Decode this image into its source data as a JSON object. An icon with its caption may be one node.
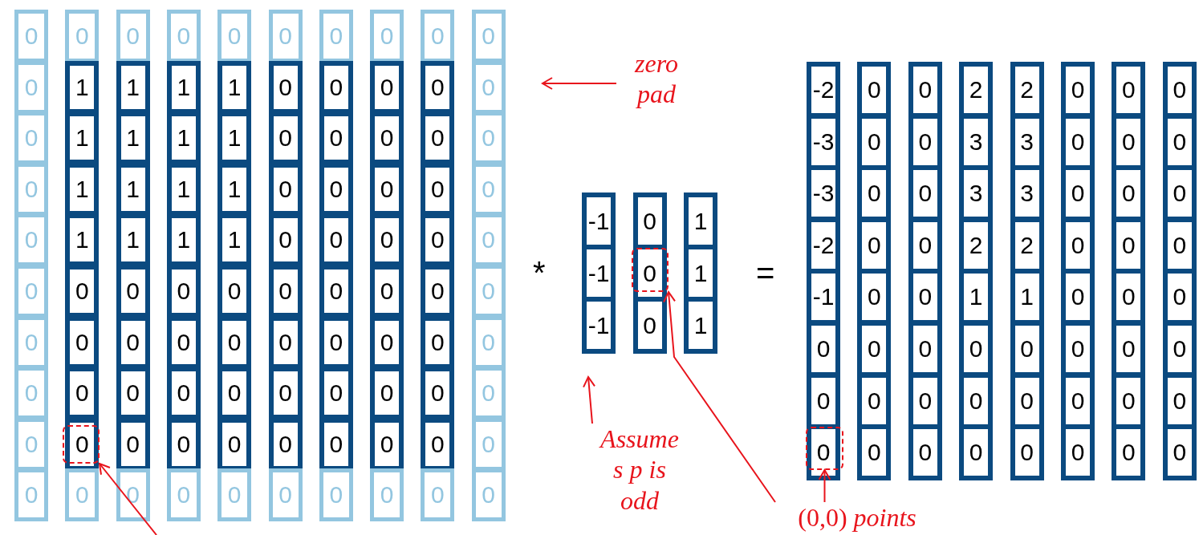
{
  "diagram": {
    "nodes": [
      {
        "text": [
          "zero pad"
        ]
      },
      {
        "text": [
          "Assume s p is odd"
        ]
      },
      {
        "text": [
          "(0,0) *points*"
        ]
      },
      {
        "text": [],
        "shape": "box"
      },
      {
        "text": [],
        "shape": "box"
      },
      {
        "text": [],
        "shape": "box"
      }
    ],
    "edges": [
      {
        "from": 0,
        "to": null,
        "arrow": "to"
      },
      {
        "from": 1,
        "to": null,
        "arrow": "to"
      },
      {
        "from": 2,
        "to": 4,
        "arrow": "to"
      },
      {
        "from": 2,
        "to": 5,
        "arrow": "to"
      },
      {
        "from": null,
        "to": 3,
        "arrow": "to"
      }
    ],
    "labels": [
      "0",
      "0",
      "0",
      "0",
      "0",
      "0",
      "0",
      "0",
      "0",
      "0",
      "0",
      "1",
      "1",
      "1",
      "1",
      "0",
      "0",
      "0",
      "0",
      "0",
      "0",
      "1",
      "1",
      "1",
      "1",
      "0",
      "0",
      "0",
      "0",
      "0",
      "0",
      "1",
      "1",
      "1",
      "1",
      "0",
      "0",
      "0",
      "0",
      "0",
      "0",
      "1",
      "1",
      "1",
      "1",
      "0",
      "0",
      "0",
      "0",
      "0",
      "0",
      "0",
      "0",
      "0",
      "0",
      "0",
      "0",
      "0",
      "0",
      "0",
      "0",
      "0",
      "0",
      "0",
      "0",
      "0",
      "0",
      "0",
      "0",
      "0",
      "0",
      "0",
      "0",
      "0",
      "0",
      "0",
      "0",
      "0",
      "0",
      "0",
      "0",
      "0",
      "0",
      "0",
      "0",
      "0",
      "0",
      "0",
      "0",
      "0",
      "0",
      "0",
      "0",
      "0",
      "0",
      "0",
      "0",
      "0",
      "0",
      "0",
      "*",
      "-1",
      "0",
      "1",
      "-1",
      "0",
      "1",
      "-1",
      "0",
      "1",
      "=",
      "-2",
      "0",
      "0",
      "2",
      "2",
      "0",
      "0",
      "0",
      "-3",
      "0",
      "0",
      "3",
      "3",
      "0",
      "0",
      "0",
      "-3",
      "0",
      "0",
      "3",
      "3",
      "0",
      "0",
      "0",
      "-2",
      "0",
      "0",
      "2",
      "2",
      "0",
      "0",
      "0",
      "-1",
      "0",
      "0",
      "1",
      "1",
      "0",
      "0",
      "0",
      "0",
      "0",
      "0",
      "0",
      "0",
      "0",
      "0",
      "0",
      "0",
      "0",
      "0",
      "0",
      "0",
      "0",
      "0",
      "0",
      "0",
      "0",
      "0",
      "0",
      "0",
      "0",
      "0",
      "0"
    ]
  }
}
